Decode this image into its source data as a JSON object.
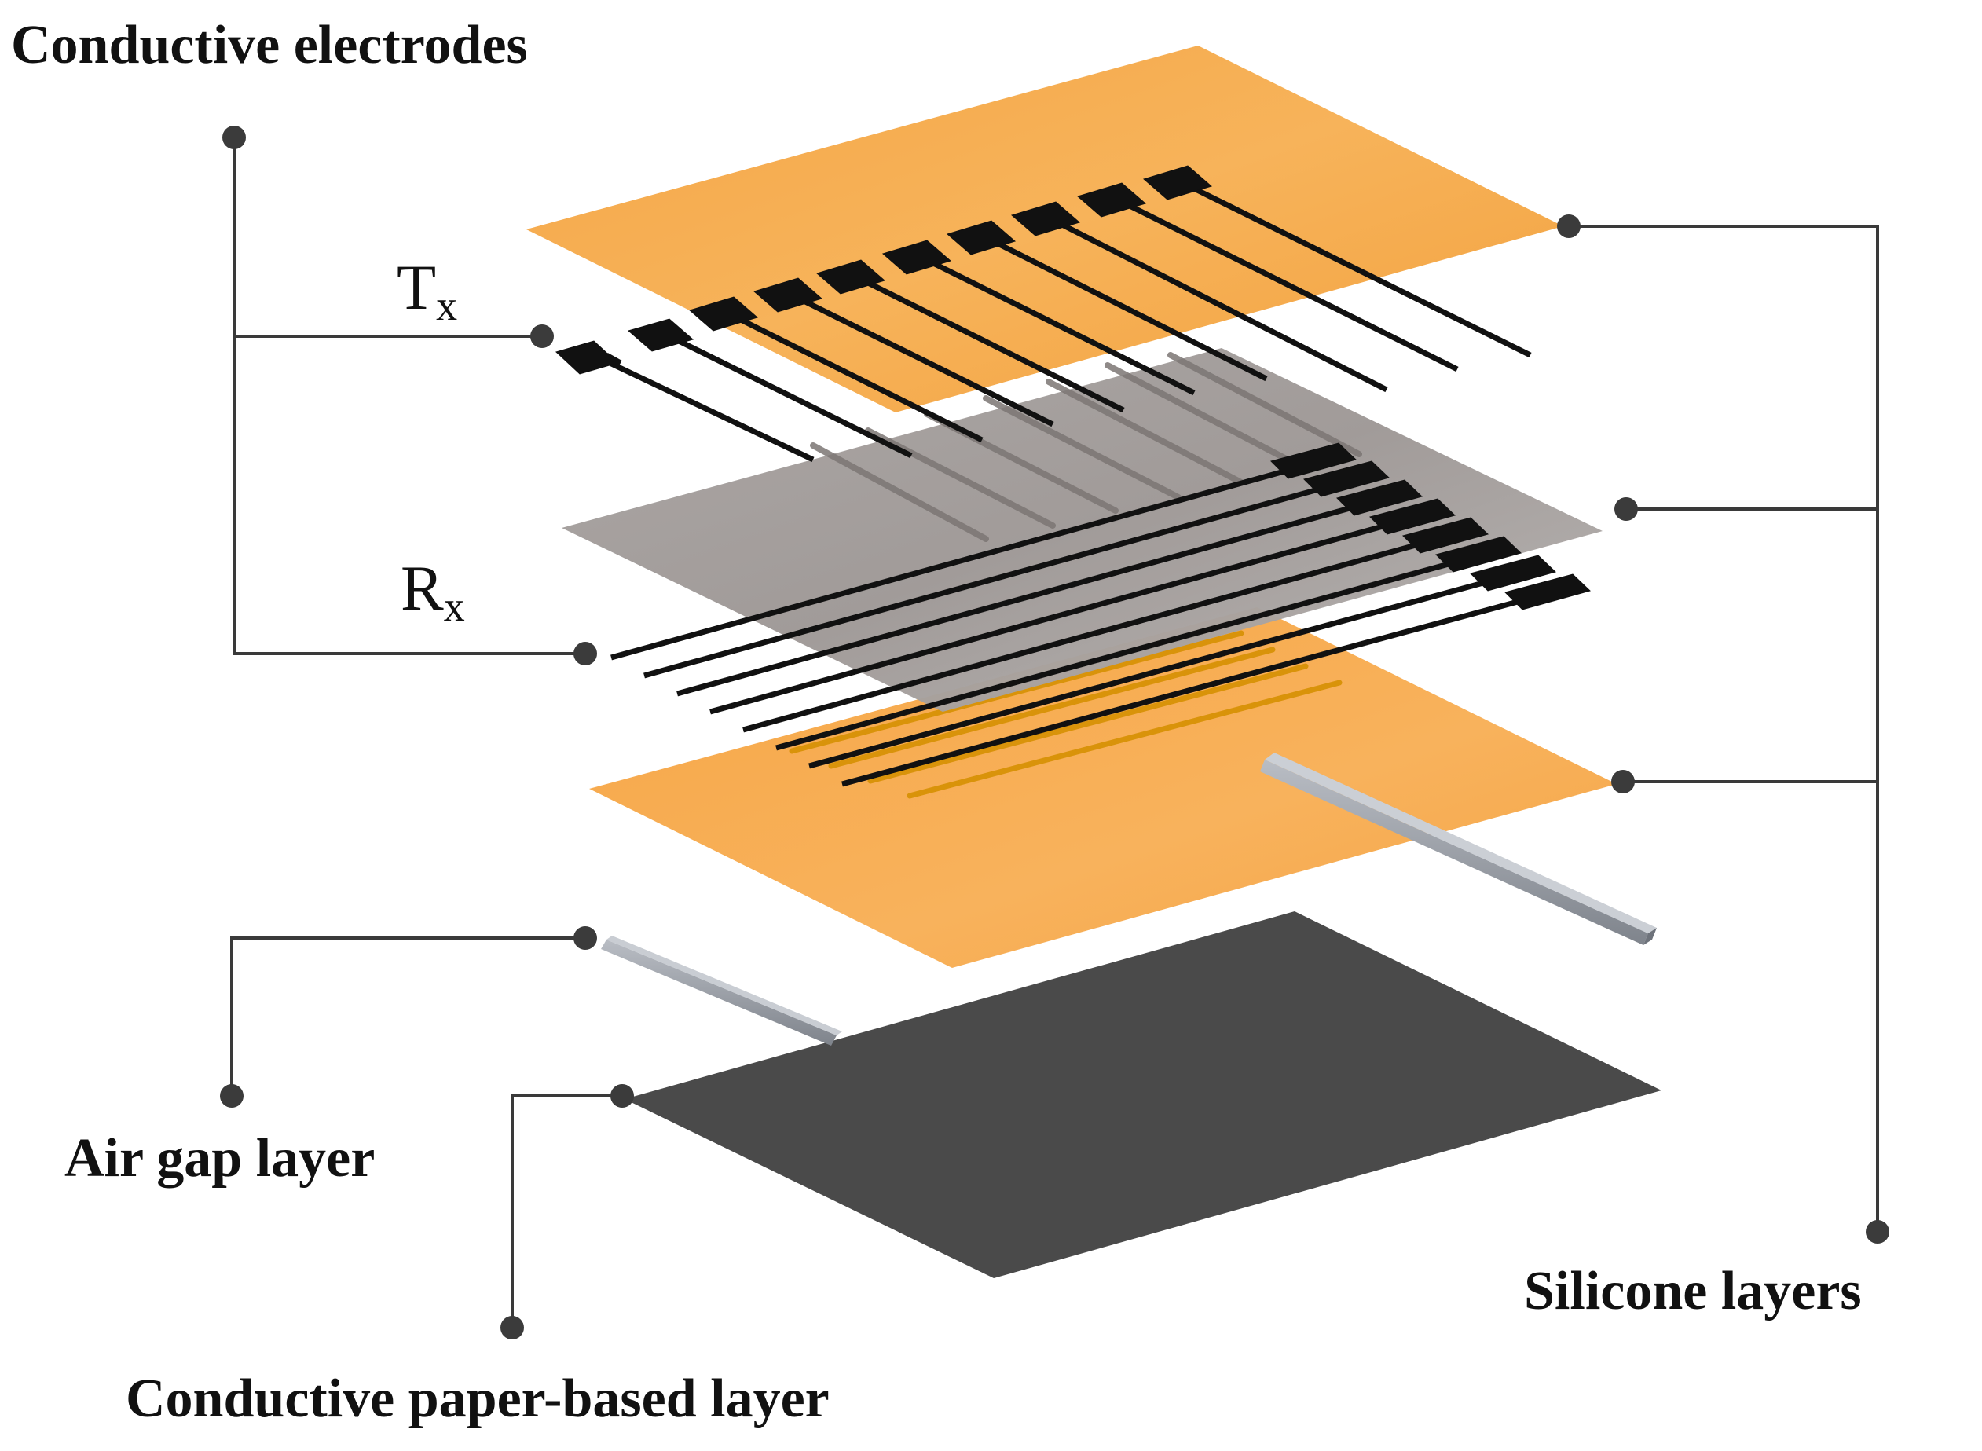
{
  "labels": {
    "conductive_electrodes": "Conductive electrodes",
    "tx_main": "T",
    "tx_sub": "x",
    "rx_main": "R",
    "rx_sub": "x",
    "air_gap_layer": "Air gap layer",
    "silicone_layers": "Silicone layers",
    "conductive_paper_layer": "Conductive paper-based layer"
  },
  "colors": {
    "silicone_orange": "#F6A544",
    "middle_gray": "#A6A19F",
    "paper_dark": "#4A4A4A",
    "electrode_black": "#111111",
    "spacer_gray": "#8E939C"
  }
}
